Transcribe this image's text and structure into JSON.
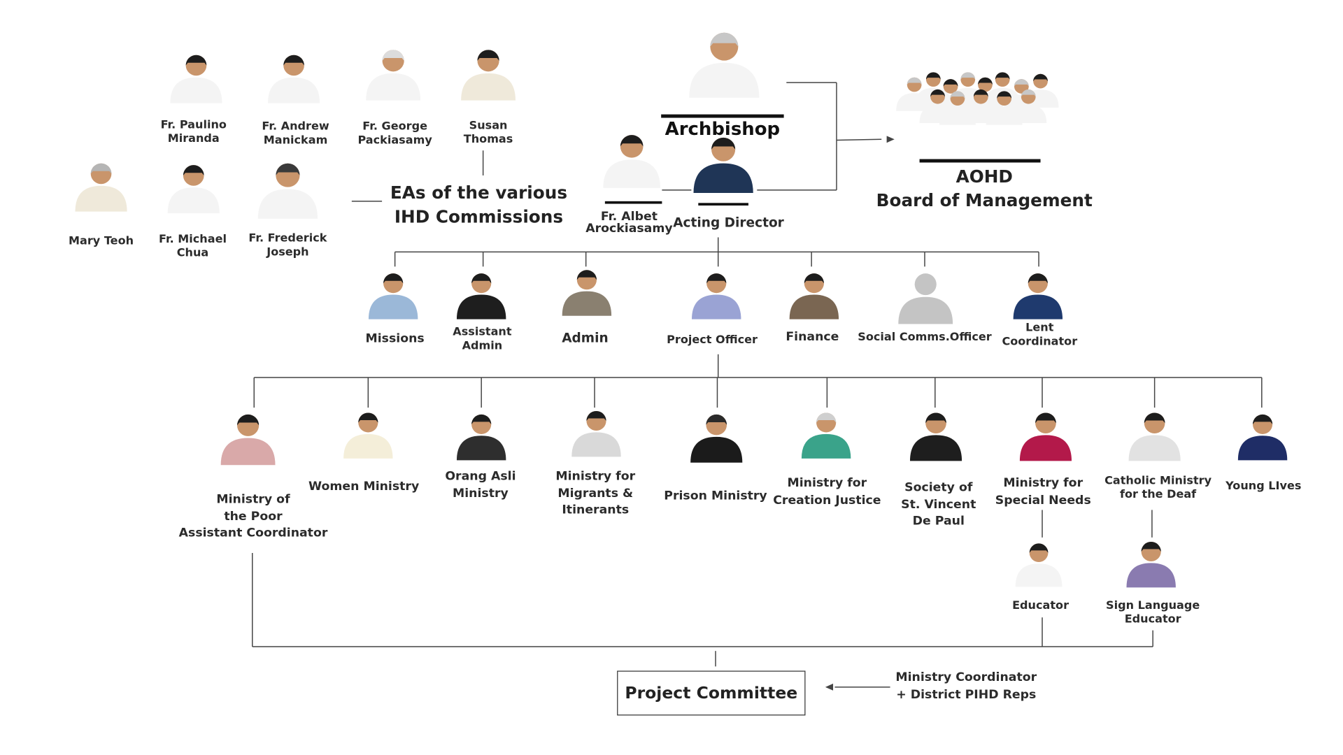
{
  "colors": {
    "line": "#444444",
    "bar": "#111111",
    "skin": "#c9956b",
    "hair": "#1d1d1d",
    "white_garment": "#f4f4f4",
    "placeholder": "#c4c4c4"
  },
  "eas": {
    "title": "EAs of the various\nIHD Commissions",
    "members": {
      "paulino": "Fr. Paulino\nMiranda",
      "andrew": "Fr. Andrew\nManickam",
      "george": "Fr. George\nPackiasamy",
      "susan": "Susan\nThomas",
      "mary": "Mary Teoh",
      "michael": "Fr. Michael\nChua",
      "frederick": "Fr. Frederick\nJoseph"
    }
  },
  "top": {
    "archbishop": "Archbishop",
    "albet": "Fr. Albet\nArockiasamy",
    "acting_director": "Acting Director",
    "board_acronym": "AOHD",
    "board_name": "Board of Management"
  },
  "staff": {
    "missions": "Missions",
    "assistant_admin": "Assistant\nAdmin",
    "admin": "Admin",
    "project_officer": "Project Officer",
    "finance": "Finance",
    "social_comms": "Social Comms.Officer",
    "lent": "Lent\nCoordinator"
  },
  "ministries": {
    "poor": "Ministry of\nthe Poor\nAssistant Coordinator",
    "women": "Women Ministry",
    "orang_asli": "Orang Asli\nMinistry",
    "migrants": "Ministry for\nMigrants &\nItinerants",
    "prison": "Prison Ministry",
    "creation": "Ministry for\nCreation Justice",
    "svdp": "Society of\nSt. Vincent\nDe Paul",
    "special_needs": "Ministry for\nSpecial Needs",
    "deaf": "Catholic Ministry\nfor the Deaf",
    "young": "Young LIves"
  },
  "sub_roles": {
    "educator": "Educator",
    "sign_language": "Sign Language\nEducator"
  },
  "committee": {
    "title": "Project Committee",
    "note": "Ministry Coordinator\n+ District PIHD Reps"
  }
}
